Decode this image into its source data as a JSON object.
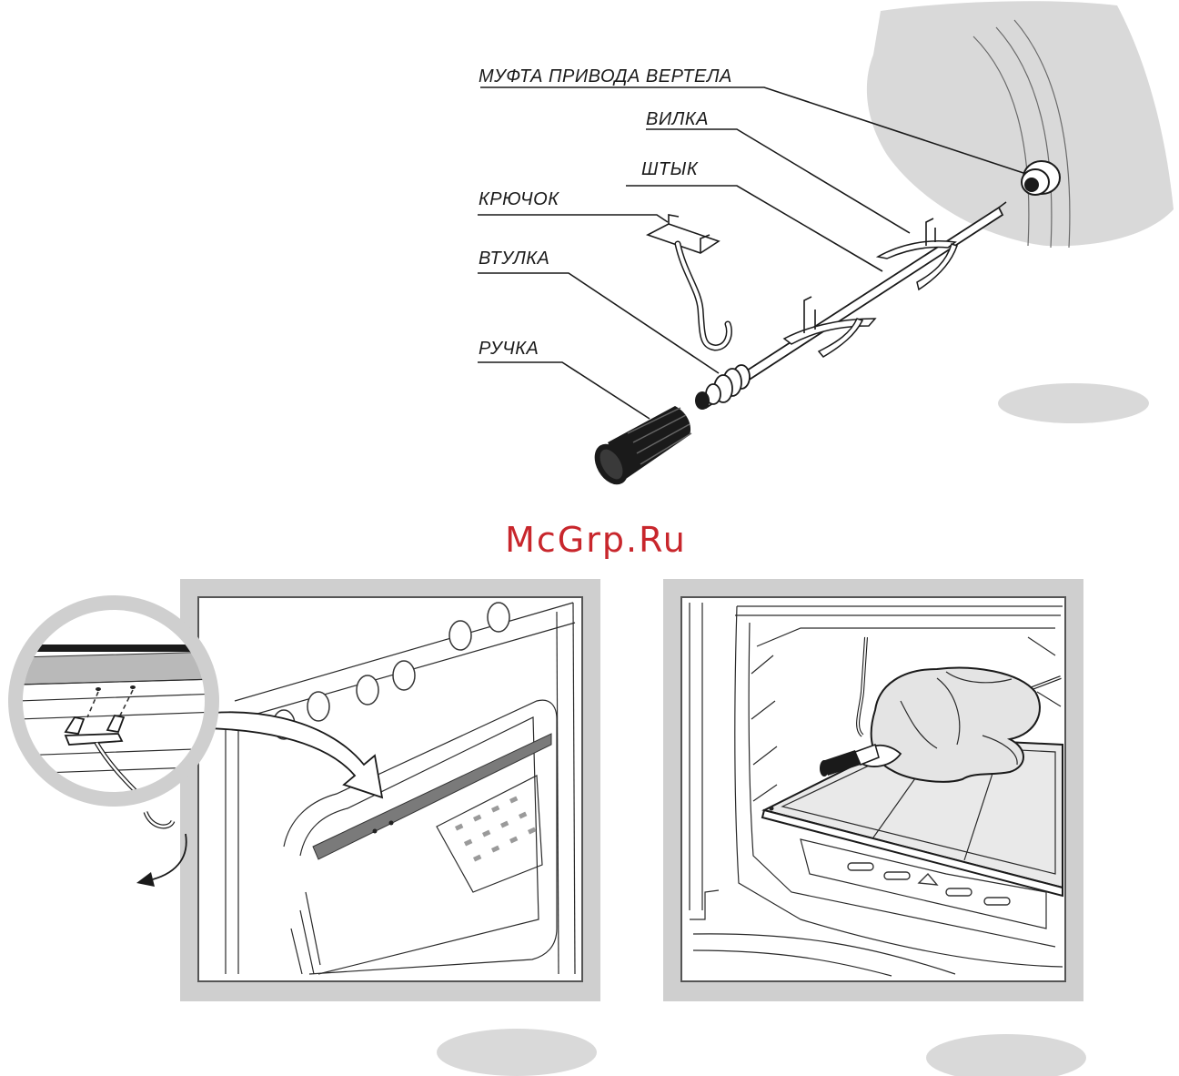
{
  "labels": {
    "coupling": "МУФТА ПРИВОДА ВЕРТЕЛА",
    "fork": "ВИЛКА",
    "skewer": "ШТЫК",
    "hook": "КРЮЧОК",
    "bushing": "ВТУЛКА",
    "handle": "РУЧКА"
  },
  "watermark": "McGrp.Ru",
  "colors": {
    "panel_grey": "#d9d9d9",
    "frame_grey": "#cfcfcf",
    "ink": "#1a1a1a",
    "watermark_red": "#c8262c"
  },
  "icons": [
    "rotation-arrow-icon",
    "insert-arrow-icon"
  ]
}
